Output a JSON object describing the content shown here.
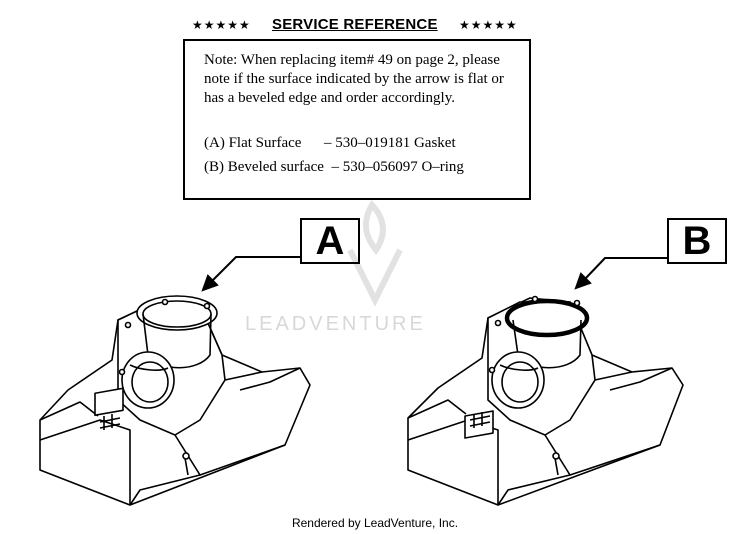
{
  "header": {
    "stars_left": "★★★★★",
    "title": "SERVICE REFERENCE",
    "stars_right": "★★★★★"
  },
  "note": {
    "text": "Note: When replacing item# 49 on page 2, please note if the surface indicated by the arrow is flat or has a beveled edge and order accordingly.",
    "option_a": "(A) Flat Surface      – 530–019181 Gasket",
    "option_b": "(B) Beveled surface  – 530–056097 O–ring"
  },
  "labels": {
    "a": "A",
    "b": "B"
  },
  "watermark": "LEADVENTURE",
  "footer": "Rendered by LeadVenture, Inc."
}
